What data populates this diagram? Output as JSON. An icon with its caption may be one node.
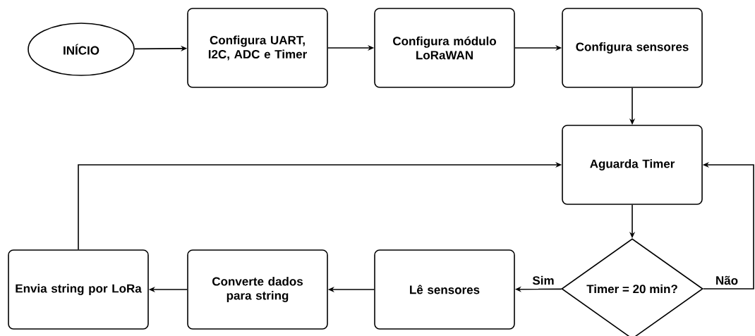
{
  "diagram": {
    "nodes": [
      {
        "text": [
          "INÍCIO"
        ]
      },
      {
        "text": [
          "Configura UART, I2C, ADC e Timer"
        ]
      },
      {
        "text": [
          "Configura módulo LoRaWAN"
        ]
      },
      {
        "text": [
          "Configura sensores"
        ]
      },
      {
        "text": [
          "Aguarda Timer"
        ]
      },
      {
        "text": [
          "Timer = 20 min?"
        ]
      },
      {
        "text": [
          "Lê sensores"
        ]
      },
      {
        "text": [
          "Converte dados para string"
        ]
      },
      {
        "text": [
          "Envia string por LoRa"
        ]
      }
    ],
    "edges": [
      {
        "from": 0,
        "to": 1,
        "arrow": "to"
      },
      {
        "from": 1,
        "to": 2,
        "arrow": "to"
      },
      {
        "from": 2,
        "to": 3,
        "arrow": "to"
      },
      {
        "from": 3,
        "to": 4,
        "arrow": "to"
      },
      {
        "from": 4,
        "to": 5,
        "arrow": "to"
      },
      {
        "from": 5,
        "to": 6,
        "arrow": "to",
        "label": "Sim"
      },
      {
        "from": 6,
        "to": 7,
        "arrow": "to"
      },
      {
        "from": 7,
        "to": 8,
        "arrow": "to"
      },
      {
        "from": 8,
        "to": 4,
        "arrow": "to"
      },
      {
        "from": 5,
        "to": 4,
        "arrow": "to",
        "label": "Não"
      }
    ]
  }
}
